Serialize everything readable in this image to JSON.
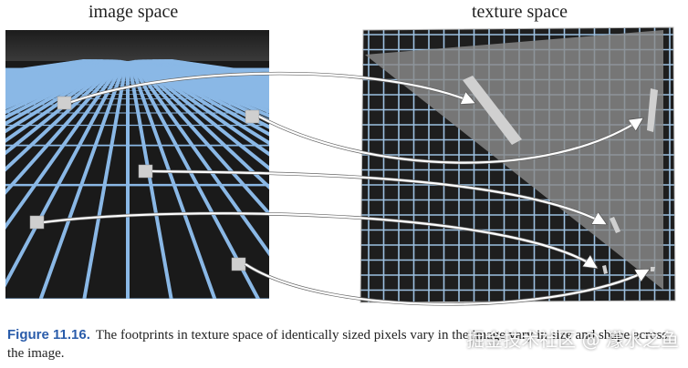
{
  "labels": {
    "image_space": "image space",
    "texture_space": "texture space"
  },
  "caption": {
    "figure_number": "Figure 11.16.",
    "text": "The footprints in texture space of identically sized pixels vary in the image vary in size and shape across the image."
  },
  "watermark": "掘金技术社区 @ 濛水之鱼",
  "colors": {
    "grid_line_image": "#8ab8e6",
    "floor_bg": "#1a1a1a",
    "sky_top": "#1c1c1c",
    "texture_bg": "#1e1e1e",
    "texture_grid": "#9cc0e0",
    "triangle_fill": "#8a8a8a",
    "footprint": "#d0d0d0",
    "figure_number": "#2a5caa"
  }
}
